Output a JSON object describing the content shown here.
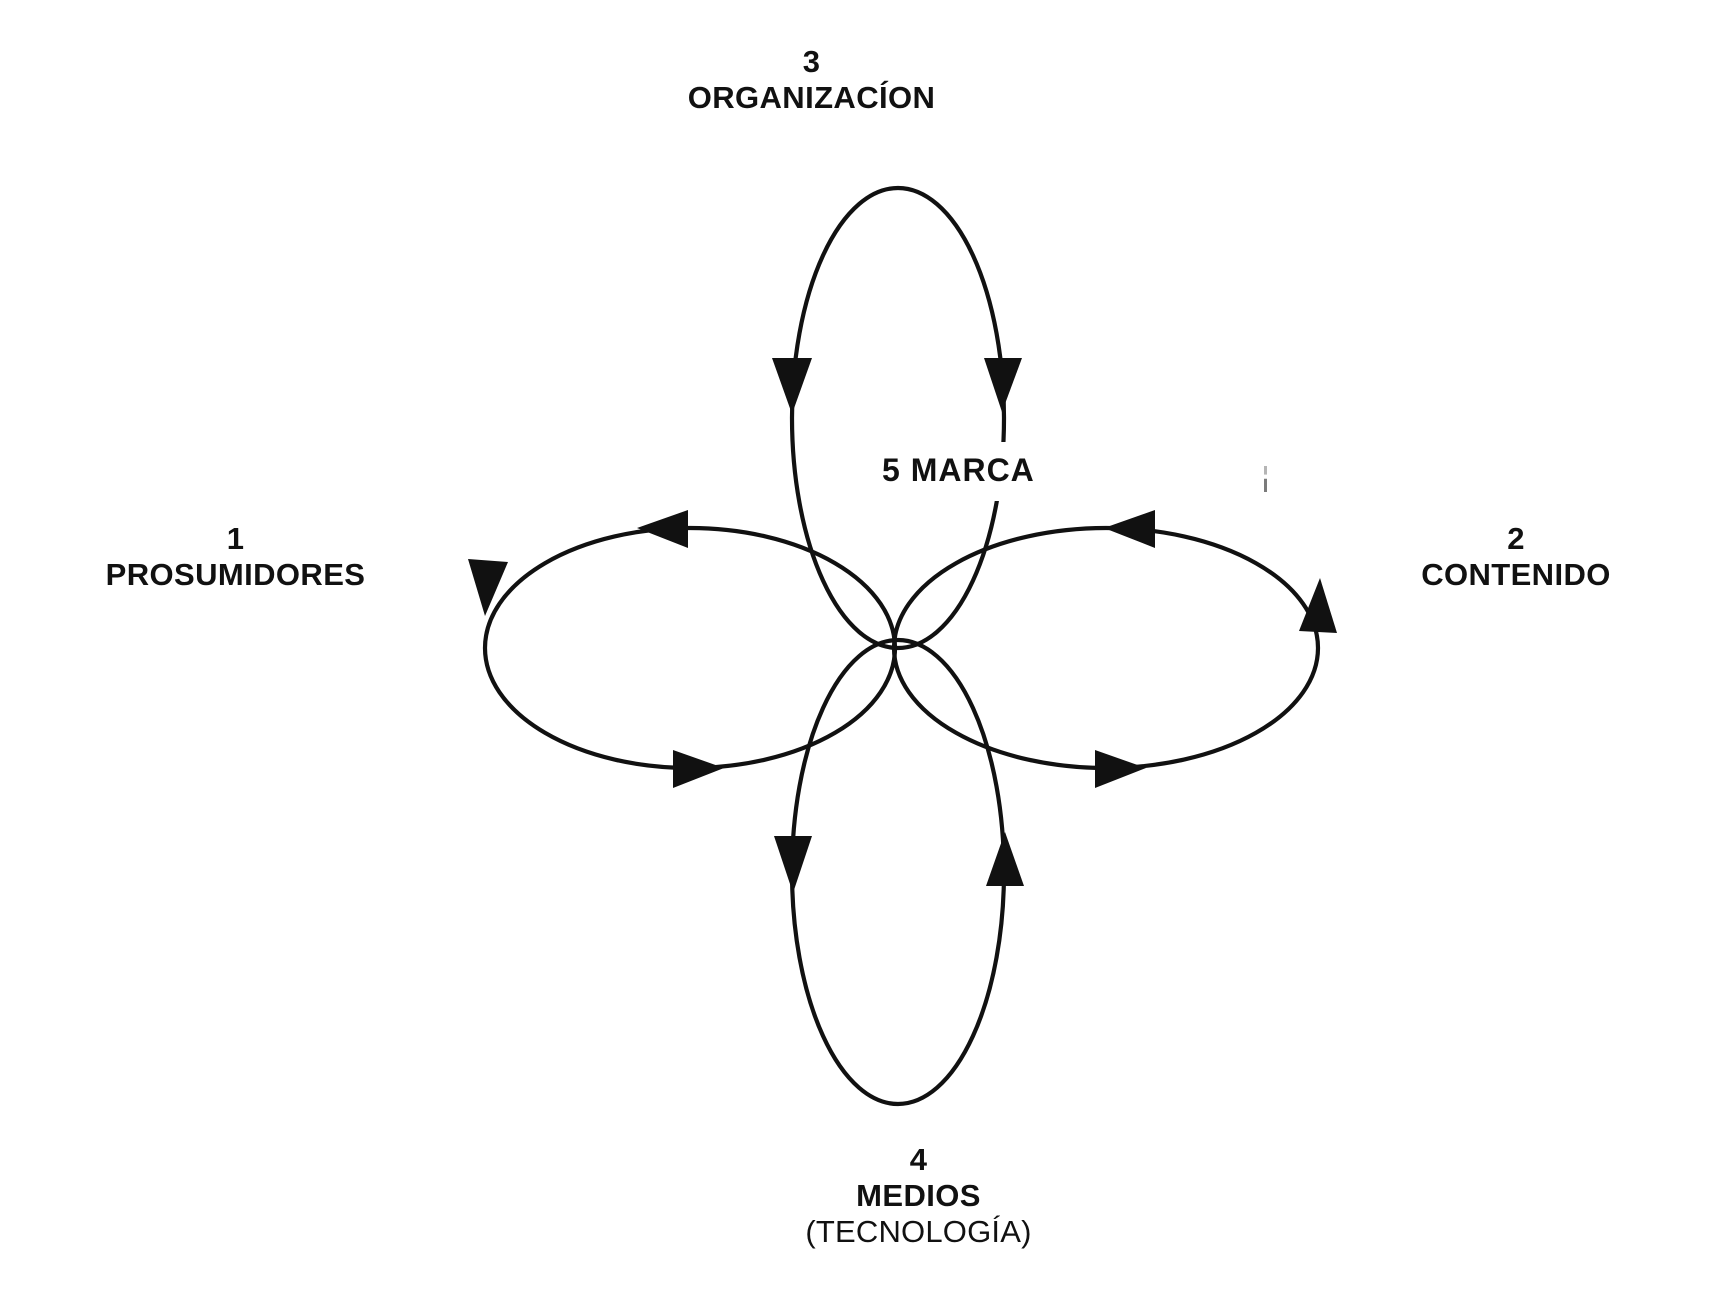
{
  "diagram": {
    "title_center": "5  MARCA",
    "center_number": "5",
    "center_name": "MARCA",
    "stroke_color": "#111111",
    "background_color": "#ffffff",
    "nodes": [
      {
        "id": "prosumidores",
        "number": "1",
        "name": "PROSUMIDORES",
        "sub": "",
        "position": "left"
      },
      {
        "id": "contenido",
        "number": "2",
        "name": "CONTENIDO",
        "sub": "",
        "position": "right"
      },
      {
        "id": "organizacion",
        "number": "3",
        "name": "ORGANIZACÍON",
        "sub": "",
        "position": "top"
      },
      {
        "id": "medios",
        "number": "4",
        "name": "MEDIOS",
        "sub": "(TECNOLOGÍA)",
        "position": "bottom"
      }
    ]
  }
}
